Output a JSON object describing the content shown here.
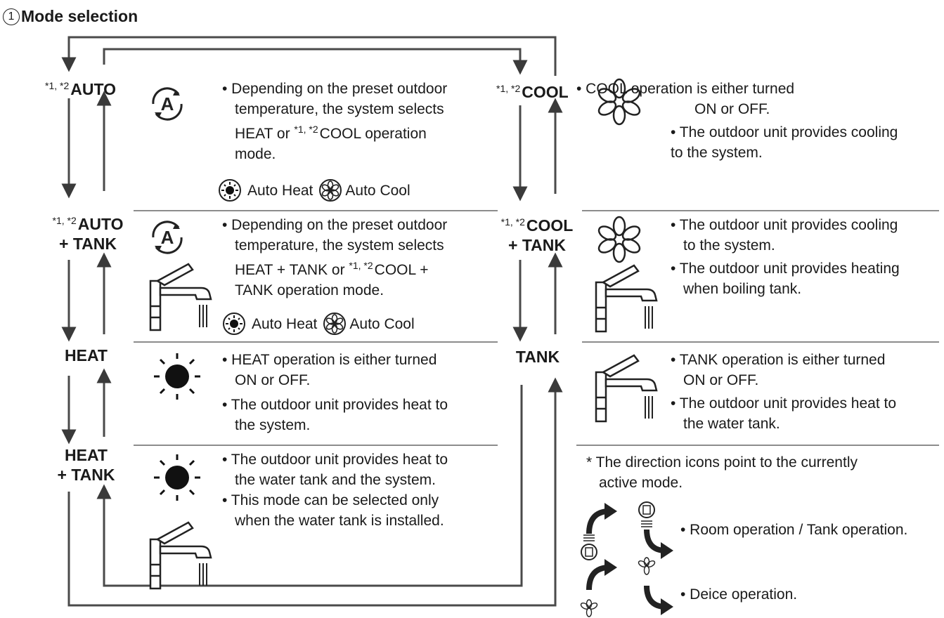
{
  "title": {
    "number": "1",
    "text": "Mode selection"
  },
  "left_modes": [
    {
      "sup": "*1, *2",
      "lines": [
        "AUTO"
      ]
    },
    {
      "sup": "*1, *2",
      "lines": [
        "AUTO",
        "+ TANK"
      ]
    },
    {
      "sup": "",
      "lines": [
        "HEAT"
      ]
    },
    {
      "sup": "",
      "lines": [
        "HEAT",
        "+ TANK"
      ]
    }
  ],
  "right_modes": [
    {
      "sup": "*1, *2",
      "lines": [
        "COOL"
      ]
    },
    {
      "sup": "*1, *2",
      "lines": [
        "COOL",
        "+ TANK"
      ]
    },
    {
      "sup": "",
      "lines": [
        "TANK"
      ]
    }
  ],
  "descriptions": {
    "auto": {
      "bullet1_lines": [
        "• Depending on the preset outdoor",
        "temperature, the system selects"
      ],
      "bullet1_line3_pre": "HEAT or",
      "bullet1_line3_sup": "*1, *2",
      "bullet1_line3_post": "COOL operation",
      "bullet1_line4": "mode.",
      "aux_heat": "Auto Heat",
      "aux_cool": "Auto Cool"
    },
    "auto_tank": {
      "bullet1_lines": [
        "• Depending on the preset outdoor",
        "temperature, the system selects"
      ],
      "bullet1_line3_pre": "HEAT + TANK or",
      "bullet1_line3_sup": "*1, *2",
      "bullet1_line3_post": "COOL +",
      "bullet1_line4": "TANK operation mode.",
      "aux_heat": "Auto Heat",
      "aux_cool": "Auto Cool"
    },
    "heat": {
      "b1": [
        "• HEAT operation is either turned",
        "ON or OFF."
      ],
      "b2": [
        "• The outdoor unit provides heat to",
        "the system."
      ]
    },
    "heat_tank": {
      "b1": [
        "• The outdoor unit provides heat to",
        "the water tank and the system."
      ],
      "b2": [
        "• This mode can be selected only",
        "when the water tank is installed."
      ]
    },
    "cool": {
      "b1": [
        "• COOL operation is either turned",
        "ON or OFF."
      ],
      "b2": [
        "• The outdoor unit provides cooling",
        "to the system."
      ]
    },
    "cool_tank": {
      "b1": [
        "• The outdoor unit provides cooling",
        "to the system."
      ],
      "b2": [
        "• The outdoor unit provides heating",
        "when boiling tank."
      ]
    },
    "tank": {
      "b1": [
        "• TANK operation is either turned",
        "ON or OFF."
      ],
      "b2": [
        "• The outdoor unit provides heat to",
        "the water tank."
      ]
    }
  },
  "note": {
    "lines": [
      "* The direction icons point to the currently",
      "active mode."
    ],
    "room_tank": "• Room operation / Tank operation.",
    "deice": "• Deice operation."
  },
  "icons": {
    "auto": "auto-mode-icon",
    "heat": "sun-icon",
    "cool": "snowflake-icon",
    "tank": "faucet-icon",
    "direction": "curved-arrow-icon"
  },
  "colors": {
    "ink": "#1a1a1a",
    "line": "#555555"
  }
}
